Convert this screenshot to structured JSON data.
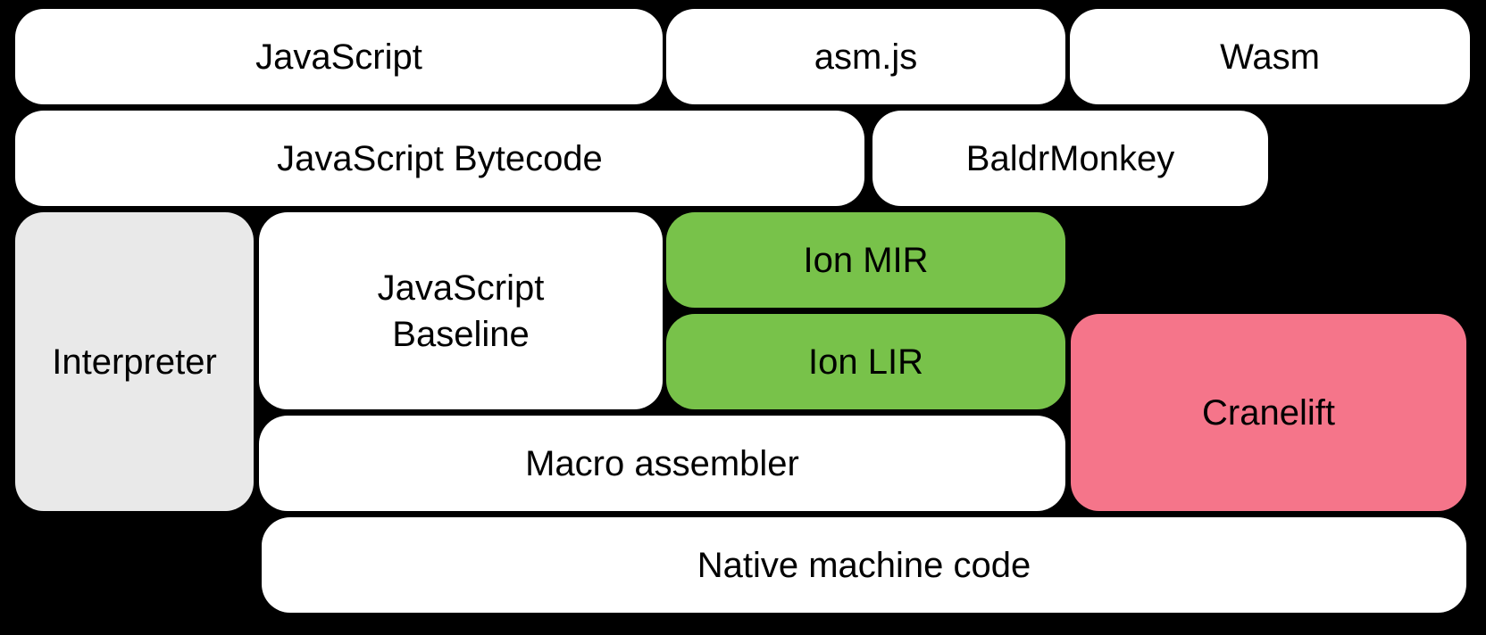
{
  "diagram": {
    "description": "Compiler pipeline block diagram",
    "blocks": {
      "javascript": {
        "label": "JavaScript"
      },
      "asmjs": {
        "label": "asm.js"
      },
      "wasm": {
        "label": "Wasm"
      },
      "bytecode": {
        "label": "JavaScript Bytecode"
      },
      "baldrmonkey": {
        "label": "BaldrMonkey"
      },
      "interpreter": {
        "label": "Interpreter"
      },
      "baseline": {
        "line1": "JavaScript",
        "line2": "Baseline"
      },
      "ionmir": {
        "label": "Ion MIR"
      },
      "ionlir": {
        "label": "Ion LIR"
      },
      "cranelift": {
        "label": "Cranelift"
      },
      "macroasm": {
        "label": "Macro assembler"
      },
      "nativecode": {
        "label": "Native machine code"
      }
    }
  },
  "colors": {
    "background": "#000000",
    "box_white": "#ffffff",
    "box_gray": "#e9e9e9",
    "box_green": "#78c24a",
    "box_pink": "#f5758a",
    "text": "#000000"
  }
}
